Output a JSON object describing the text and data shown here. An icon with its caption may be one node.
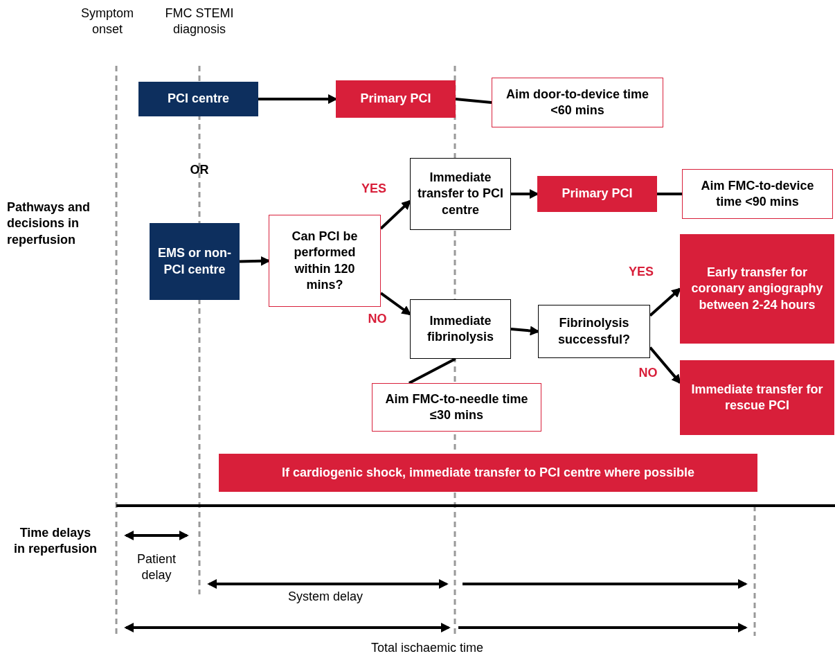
{
  "diagram": {
    "nodes": [
      {
        "text": [
          "PCI centre"
        ]
      },
      {
        "text": [
          "Primary PCI"
        ]
      },
      {
        "text": [
          "Aim door-to-device time <60 mins"
        ]
      },
      {
        "text": [
          "EMS or non-PCI centre"
        ]
      },
      {
        "text": [
          "Can PCI be performed within 120 mins?"
        ]
      },
      {
        "text": [
          "Immediate transfer to PCI centre"
        ]
      },
      {
        "text": [
          "Primary PCI"
        ]
      },
      {
        "text": [
          "Aim FMC-to-device time <90 mins"
        ]
      },
      {
        "text": [
          "Immediate fibrinolysis"
        ]
      },
      {
        "text": [
          "Aim FMC-to-needle time ≤30 mins"
        ]
      },
      {
        "text": [
          "Fibrinolysis successful?"
        ]
      },
      {
        "text": [
          "Early transfer for coronary angiography between 2-24 hours"
        ]
      },
      {
        "text": [
          "Immediate transfer for rescue PCI"
        ]
      },
      {
        "text": [
          "If cardiogenic shock, immediate transfer to PCI centre where possible"
        ]
      }
    ],
    "edges": [
      {
        "from": 0,
        "to": 1,
        "arrow": "to"
      },
      {
        "from": 1,
        "to": 2,
        "arrow": "none"
      },
      {
        "from": 3,
        "to": 4,
        "arrow": "to"
      },
      {
        "from": 4,
        "to": 5,
        "arrow": "to",
        "label": "YES"
      },
      {
        "from": 4,
        "to": 8,
        "arrow": "to",
        "label": "NO"
      },
      {
        "from": 5,
        "to": 6,
        "arrow": "to"
      },
      {
        "from": 6,
        "to": 7,
        "arrow": "none"
      },
      {
        "from": 8,
        "to": 10,
        "arrow": "to"
      },
      {
        "from": 8,
        "to": 9,
        "arrow": "none"
      },
      {
        "from": 10,
        "to": 11,
        "arrow": "to",
        "label": "YES"
      },
      {
        "from": 10,
        "to": 12,
        "arrow": "to",
        "label": "NO"
      }
    ],
    "labels": [
      "Symptom onset",
      "FMC STEMI diagnosis",
      "OR",
      "Pathways and decisions in reperfusion",
      "Time delays in reperfusion",
      "Patient delay",
      "System delay",
      "Total ischaemic time"
    ]
  }
}
